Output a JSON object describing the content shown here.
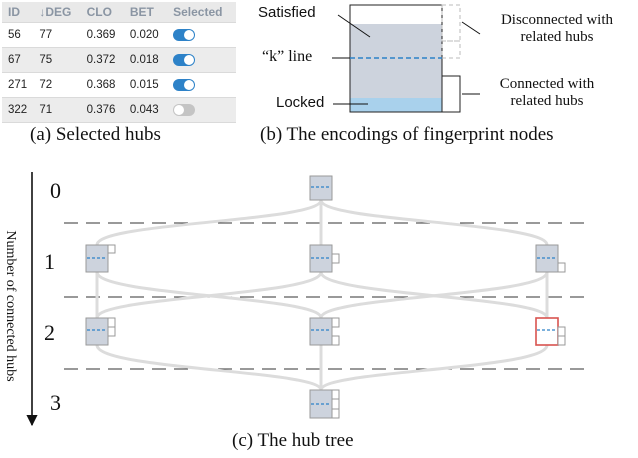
{
  "panel_a": {
    "headers": [
      "ID",
      "↓DEG",
      "CLO",
      "BET",
      "Selected"
    ],
    "rows": [
      {
        "id": "56",
        "deg": "77",
        "clo": "0.369",
        "bet": "0.020",
        "selected": true
      },
      {
        "id": "67",
        "deg": "75",
        "clo": "0.372",
        "bet": "0.018",
        "selected": true
      },
      {
        "id": "271",
        "deg": "72",
        "clo": "0.368",
        "bet": "0.015",
        "selected": true
      },
      {
        "id": "322",
        "deg": "71",
        "clo": "0.376",
        "bet": "0.043",
        "selected": false
      }
    ],
    "caption": "(a) Selected hubs",
    "toggle_on_color": "#2d82c8",
    "toggle_off_color": "#c4c4c4"
  },
  "panel_b": {
    "label_satisfied": "Satisfied",
    "label_k_line": "“k” line",
    "label_locked": "Locked",
    "label_disconnected": "Disconnected with related hubs",
    "label_disconnected_line1": "Disconnected with",
    "label_disconnected_line2": "related hubs",
    "label_connected_line1": "Connected with",
    "label_connected_line2": "related hubs",
    "caption": "(b) The encodings of fingerprint nodes",
    "fill_color": "#cdd3dd",
    "locked_color": "#a9d1ec",
    "k_line_color": "#2d82c8"
  },
  "panel_c": {
    "axis_title": "Number of connected hubs",
    "levels": [
      "0",
      "1",
      "2",
      "3"
    ],
    "caption": "(c) The hub tree",
    "highlight_color": "#d9534f",
    "link_color": "#dcdcdc"
  }
}
